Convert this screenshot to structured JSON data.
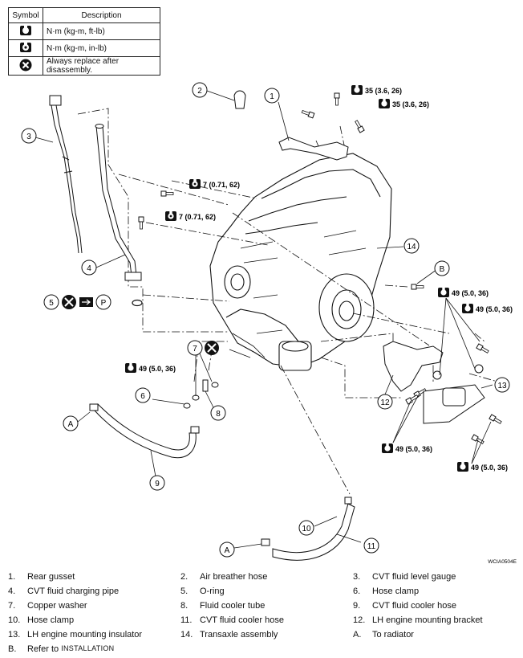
{
  "symbol_table": {
    "headers": {
      "symbol": "Symbol",
      "description": "Description"
    },
    "rows": [
      {
        "icon": "torque-wrench-icon",
        "description": "N·m (kg-m, ft-lb)"
      },
      {
        "icon": "torque-wrench-small-icon",
        "description": "N·m (kg-m, in-lb)"
      },
      {
        "icon": "replace-x-icon",
        "description": "Always replace after disassembly."
      }
    ]
  },
  "diagram": {
    "callouts": [
      "1",
      "2",
      "3",
      "4",
      "5",
      "6",
      "7",
      "8",
      "9",
      "10",
      "11",
      "12",
      "13",
      "14"
    ],
    "letters": {
      "A": "A",
      "B": "B",
      "P": "P"
    },
    "torques": {
      "t35a": "35 (3.6, 26)",
      "t35b": "35 (3.6, 26)",
      "t7a": "7 (0.71, 62)",
      "t7b": "7 (0.71, 62)",
      "t49a": "49 (5.0, 36)",
      "t49b": "49 (5.0, 36)",
      "t49c": "49 (5.0, 36)",
      "t49d": "49 (5.0, 36)",
      "t49e": "49 (5.0, 36)"
    },
    "figure_code": "WCIA0504E"
  },
  "parts": {
    "rows": [
      [
        {
          "num": "1.",
          "name": "Rear gusset"
        },
        {
          "num": "2.",
          "name": "Air breather hose"
        },
        {
          "num": "3.",
          "name": "CVT fluid level gauge"
        }
      ],
      [
        {
          "num": "4.",
          "name": "CVT fluid charging pipe"
        },
        {
          "num": "5.",
          "name": "O-ring"
        },
        {
          "num": "6.",
          "name": "Hose clamp"
        }
      ],
      [
        {
          "num": "7.",
          "name": "Copper washer"
        },
        {
          "num": "8.",
          "name": "Fluid cooler tube"
        },
        {
          "num": "9.",
          "name": "CVT fluid cooler hose"
        }
      ],
      [
        {
          "num": "10.",
          "name": "Hose clamp"
        },
        {
          "num": "11.",
          "name": "CVT fluid cooler hose"
        },
        {
          "num": "12.",
          "name": "LH engine mounting bracket"
        }
      ],
      [
        {
          "num": "13.",
          "name": "LH engine mounting insulator"
        },
        {
          "num": "14.",
          "name": "Transaxle assembly"
        },
        {
          "num": "A.",
          "name": "To radiator"
        }
      ]
    ],
    "last": {
      "num": "B.",
      "prefix": "Refer to",
      "ref": "INSTALLATION"
    }
  }
}
